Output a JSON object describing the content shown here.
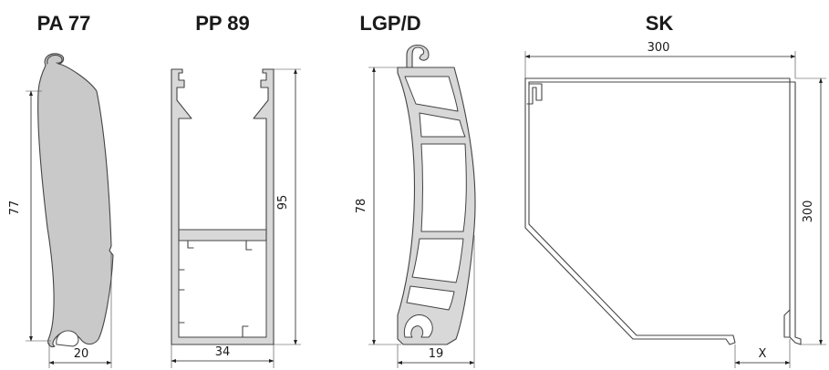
{
  "profiles": [
    {
      "title": "PA 77",
      "dims": {
        "height": "77",
        "width": "20"
      }
    },
    {
      "title": "PP 89",
      "dims": {
        "height": "95",
        "width": "34"
      }
    },
    {
      "title": "LGP/D",
      "dims": {
        "height": "78",
        "width": "19"
      }
    },
    {
      "title": "SK",
      "dims": {
        "top": "300",
        "right": "300",
        "bottom": "X"
      }
    }
  ],
  "colors": {
    "profile_fill": "#c9c9c9",
    "outline": "#444444",
    "text": "#1a1a1a"
  }
}
